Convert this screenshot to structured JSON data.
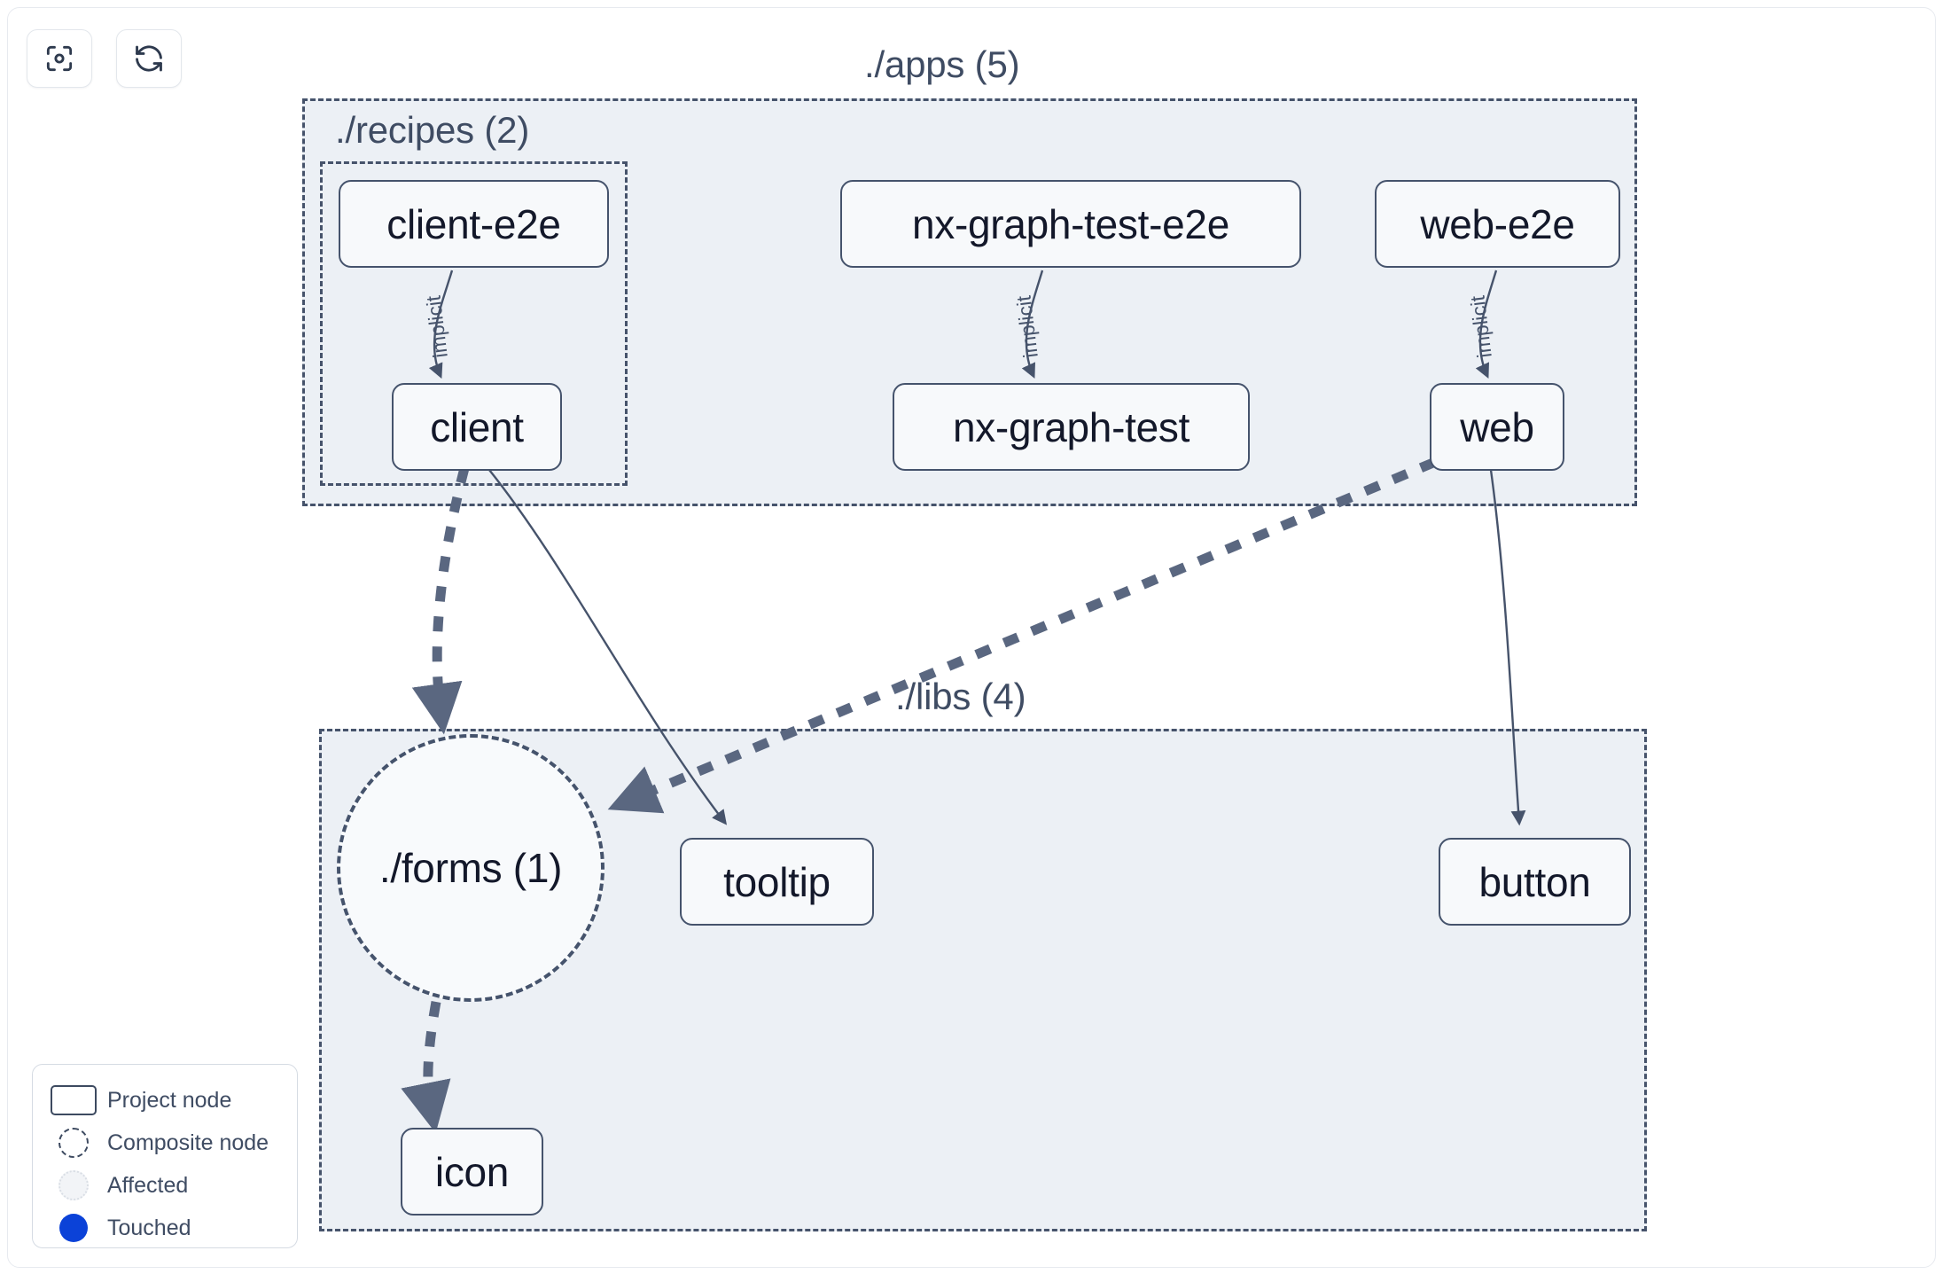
{
  "toolbar": {
    "buttons": [
      {
        "name": "focus-graph-button",
        "icon": "focus-icon",
        "label": ""
      },
      {
        "name": "refresh-graph-button",
        "icon": "refresh-icon",
        "label": ""
      }
    ]
  },
  "graph": {
    "groups": [
      {
        "id": "apps",
        "label": "./apps (5)"
      },
      {
        "id": "recipes",
        "label": "./recipes (2)"
      },
      {
        "id": "libs",
        "label": "./libs (4)"
      }
    ],
    "nodes": [
      {
        "id": "client-e2e",
        "label": "client-e2e",
        "type": "project",
        "group": "recipes"
      },
      {
        "id": "client",
        "label": "client",
        "type": "project",
        "group": "recipes"
      },
      {
        "id": "nx-graph-test-e2e",
        "label": "nx-graph-test-e2e",
        "type": "project",
        "group": "apps"
      },
      {
        "id": "nx-graph-test",
        "label": "nx-graph-test",
        "type": "project",
        "group": "apps"
      },
      {
        "id": "web-e2e",
        "label": "web-e2e",
        "type": "project",
        "group": "apps"
      },
      {
        "id": "web",
        "label": "web",
        "type": "project",
        "group": "apps"
      },
      {
        "id": "forms",
        "label": "./forms (1)",
        "type": "composite",
        "group": "libs"
      },
      {
        "id": "tooltip",
        "label": "tooltip",
        "type": "project",
        "group": "libs"
      },
      {
        "id": "button",
        "label": "button",
        "type": "project",
        "group": "libs"
      },
      {
        "id": "icon",
        "label": "icon",
        "type": "project",
        "group": "libs"
      }
    ],
    "edges": [
      {
        "from": "client-e2e",
        "to": "client",
        "label": "implicit",
        "style": "solid"
      },
      {
        "from": "nx-graph-test-e2e",
        "to": "nx-graph-test",
        "label": "implicit",
        "style": "solid"
      },
      {
        "from": "web-e2e",
        "to": "web",
        "label": "implicit",
        "style": "solid"
      },
      {
        "from": "client",
        "to": "forms",
        "label": "",
        "style": "dashed"
      },
      {
        "from": "client",
        "to": "tooltip",
        "label": "",
        "style": "solid"
      },
      {
        "from": "web",
        "to": "forms",
        "label": "",
        "style": "dashed"
      },
      {
        "from": "web",
        "to": "button",
        "label": "",
        "style": "solid"
      },
      {
        "from": "forms",
        "to": "icon",
        "label": "",
        "style": "dashed"
      }
    ]
  },
  "legend": {
    "items": [
      {
        "swatch": "project-node-swatch",
        "label": "Project node"
      },
      {
        "swatch": "composite-node-swatch",
        "label": "Composite node"
      },
      {
        "swatch": "affected-swatch",
        "label": "Affected"
      },
      {
        "swatch": "touched-swatch",
        "label": "Touched"
      }
    ]
  },
  "colors": {
    "canvas_bg": "#ffffff",
    "group_bg": "#ecf0f5",
    "group_border": "#46536b",
    "node_bg": "#f7f9fb",
    "node_border": "#45536c",
    "node_text": "#13182a",
    "label_text": "#3f4c63",
    "edge": "#46536b",
    "touched": "#0b42d8"
  }
}
